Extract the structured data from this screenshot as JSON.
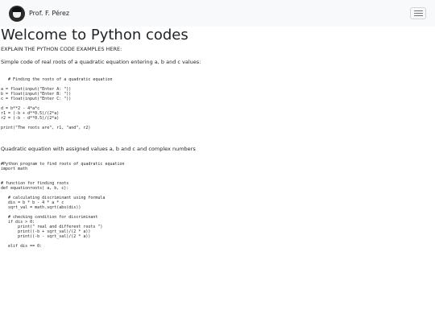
{
  "navbar": {
    "brand_name": "Prof. F. Pérez",
    "logo_icon": "portrait-logo-icon",
    "menu_icon": "hamburger-menu-icon"
  },
  "page": {
    "title": "Welcome to Python codes",
    "subtitle": "EXPLAIN THE PYTHON CODE EXAMPLES HERE:"
  },
  "sections": [
    {
      "description": "Simple code of real roots of a quadratic equation entering a, b and c values:",
      "code": "\n   # Finding the roots of a quadratic equation\n\na = float(input(\"Enter A: \"))\nb = float(input(\"Enter B: \"))\nc = float(input(\"Enter C: \"))\n\nd = b**2 - 4*a*c\nr1 = (-b + d**0.5)/(2*a)\nr2 = (-b - d**0.5)/(2*a)\n\nprint(\"The roots are\", r1, \"and\", r2)"
    },
    {
      "description": "Quadratic equation with assigned values a, b and c and complex numbers",
      "code": "#Python program to find roots of quadratic equation\nimport math\n\n\n# function for finding roots\ndef equationroots( a, b, c):\n\n   # calculating discriminant using formula\n   dis = b * b - 4 * a * c\n   sqrt_val = math.sqrt(abs(dis))\n\n   # checking condition for discriminant\n   if dis > 0:\n       print(\" real and different roots \")\n       print((-b + sqrt_val)/(2 * a))\n       print((-b - sqrt_val)/(2 * a))\n\n   elif dis == 0:"
    }
  ]
}
